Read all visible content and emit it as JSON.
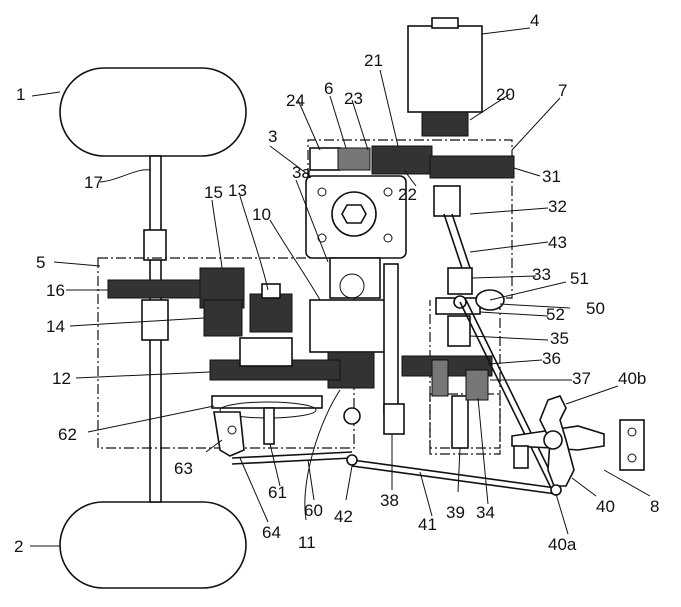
{
  "labels": {
    "l1": "1",
    "l2": "2",
    "l3": "3",
    "l3a": "3a",
    "l4": "4",
    "l5": "5",
    "l6": "6",
    "l7": "7",
    "l8": "8",
    "l10": "10",
    "l11": "11",
    "l12": "12",
    "l13": "13",
    "l14": "14",
    "l15": "15",
    "l16": "16",
    "l17": "17",
    "l20": "20",
    "l21": "21",
    "l22": "22",
    "l23": "23",
    "l24": "24",
    "l31": "31",
    "l32": "32",
    "l33": "33",
    "l34": "34",
    "l35": "35",
    "l36": "36",
    "l37": "37",
    "l38": "38",
    "l39": "39",
    "l40": "40",
    "l40a": "40a",
    "l40b": "40b",
    "l41": "41",
    "l42": "42",
    "l43": "43",
    "l50": "50",
    "l51": "51",
    "l52": "52",
    "l60": "60",
    "l61": "61",
    "l62": "62",
    "l63": "63",
    "l64": "64"
  }
}
